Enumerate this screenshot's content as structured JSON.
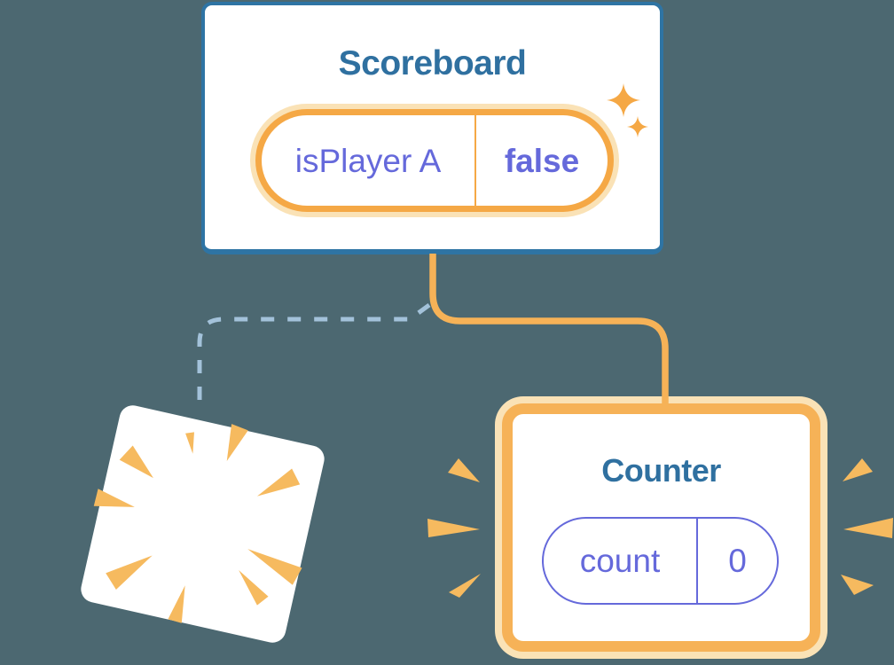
{
  "scoreboard": {
    "title": "Scoreboard",
    "state": {
      "name": "isPlayer A",
      "value": "false"
    }
  },
  "counter": {
    "title": "Counter",
    "state": {
      "name": "count",
      "value": "0"
    }
  },
  "icons": {
    "sparkle": "four-point-star",
    "poof": "explosion-rays",
    "emphasis": "burst-rays"
  },
  "colors": {
    "background": "#4C6871",
    "card_border_blue": "#2E74A4",
    "heading_blue": "#2F70A0",
    "orange": "#F5A845",
    "orange_soft": "#F6B257",
    "orange_rays": "#F6BA5F",
    "orange_glow": "#FAE2B6",
    "purple": "#6569DB",
    "dash_blue": "#A3C2DA",
    "card_white": "#FFFFFF"
  }
}
